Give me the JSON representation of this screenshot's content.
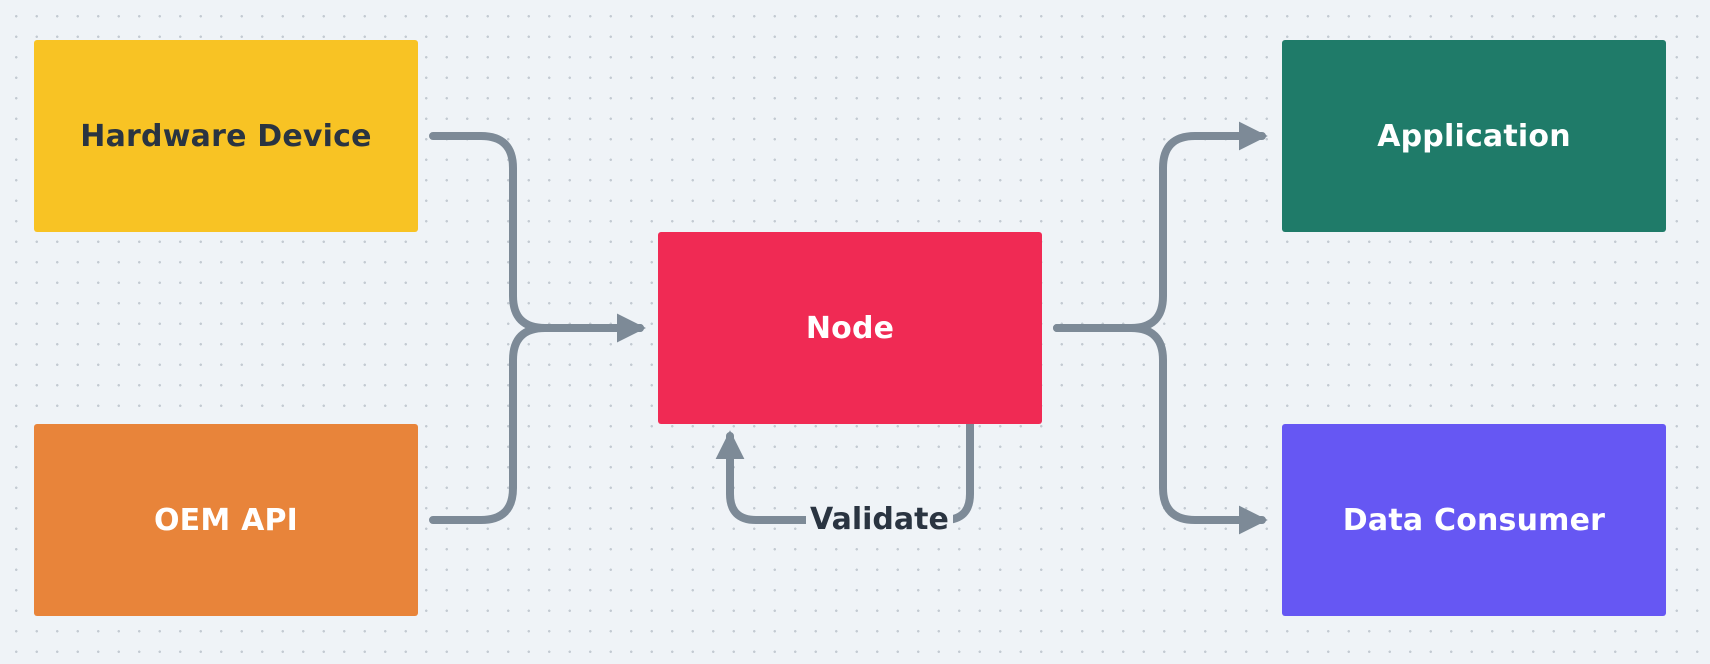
{
  "nodes": {
    "hardware_device": "Hardware Device",
    "oem_api": "OEM API",
    "node": "Node",
    "application": "Application",
    "data_consumer": "Data Consumer"
  },
  "edges": {
    "validate_label": "Validate"
  },
  "colors": {
    "background": "#eff3f7",
    "connector": "#7d8a97",
    "hardware_device": "#f8c324",
    "oem_api": "#e8843a",
    "node": "#f02a54",
    "application": "#1f7b69",
    "data_consumer": "#6657f3"
  }
}
